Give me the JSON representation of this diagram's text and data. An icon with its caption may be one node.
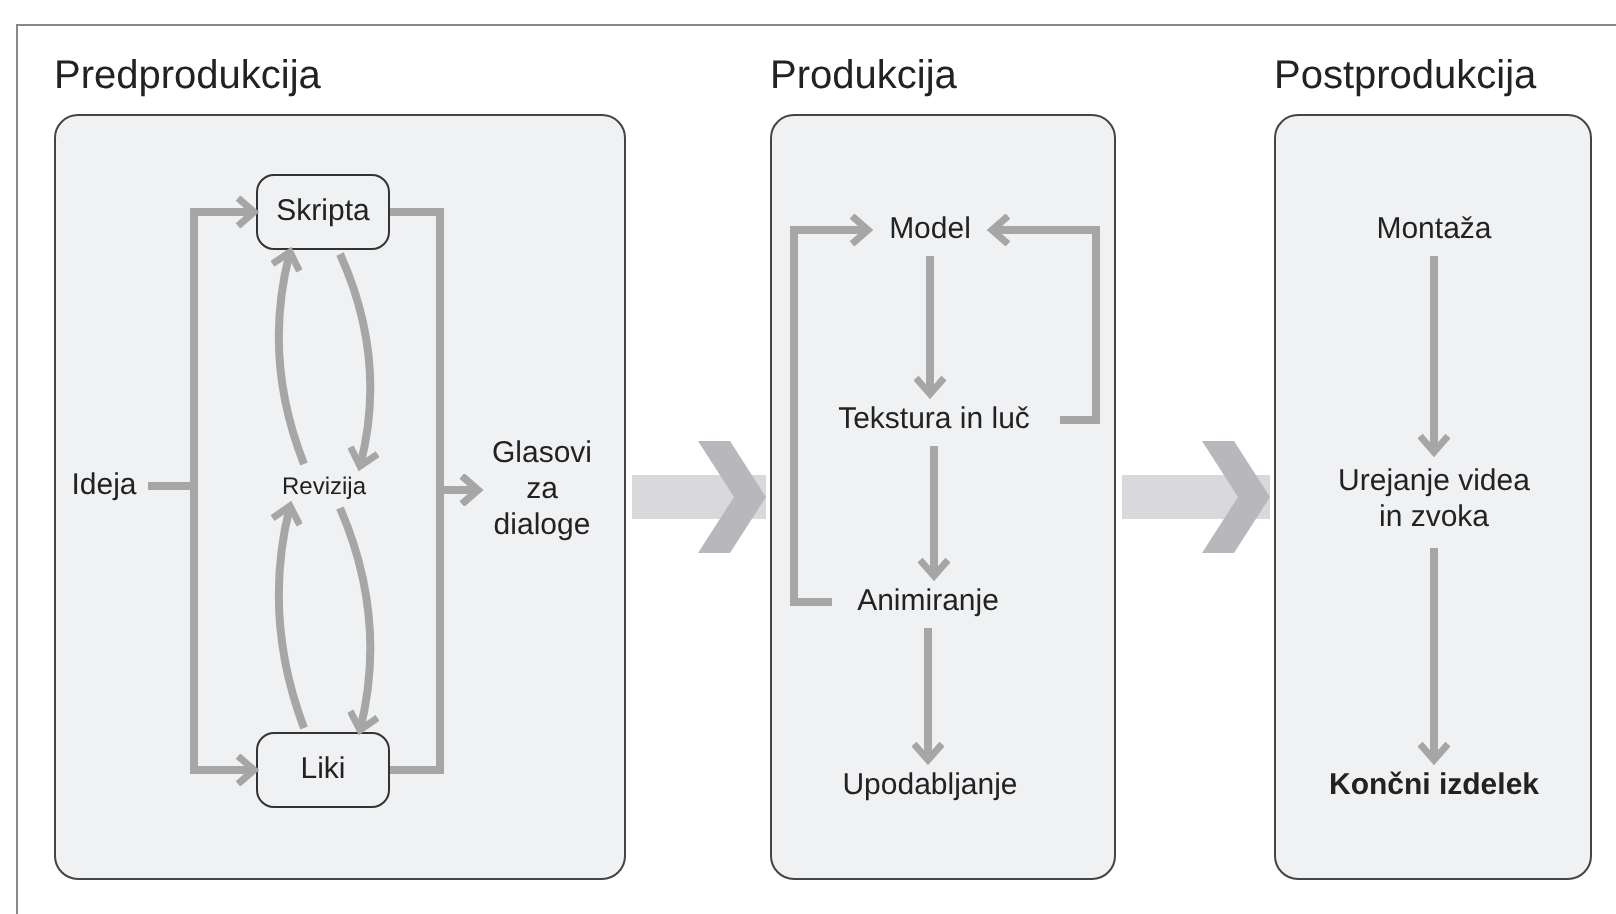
{
  "diagram": {
    "nodes": [
      {
        "text": [
          "Predprodukcija"
        ]
      },
      {
        "text": [
          "Ideja"
        ],
        "in": 0
      },
      {
        "text": [
          "Skripta"
        ],
        "in": 0
      },
      {
        "text": [
          "Revizija"
        ],
        "in": 0
      },
      {
        "text": [
          "Liki"
        ],
        "in": 0
      },
      {
        "text": [
          "Glasovi za dialoge"
        ],
        "in": 0
      },
      {
        "text": [
          "Produkcija"
        ]
      },
      {
        "text": [
          "Model"
        ],
        "in": 6
      },
      {
        "text": [
          "Tekstura in luč"
        ],
        "in": 6
      },
      {
        "text": [
          "Animiranje"
        ],
        "in": 6
      },
      {
        "text": [
          "Upodabljanje"
        ],
        "in": 6
      },
      {
        "text": [
          "Postprodukcija"
        ]
      },
      {
        "text": [
          "Montaža"
        ],
        "in": 11
      },
      {
        "text": [
          "Urejanje videa in zvoka"
        ],
        "in": 11
      },
      {
        "text": [
          "Končni izdelek"
        ],
        "in": 11
      }
    ],
    "edges": [
      {
        "from": 1,
        "to": 2,
        "arrow": "to"
      },
      {
        "from": 1,
        "to": 4,
        "arrow": "to"
      },
      {
        "from": 3,
        "to": 2,
        "arrow": "to"
      },
      {
        "from": 2,
        "to": 3,
        "arrow": "to"
      },
      {
        "from": 4,
        "to": 3,
        "arrow": "to"
      },
      {
        "from": 3,
        "to": 4,
        "arrow": "to"
      },
      {
        "from": 2,
        "to": 5,
        "arrow": "to"
      },
      {
        "from": 4,
        "to": 5,
        "arrow": "to"
      },
      {
        "from": 0,
        "to": 6,
        "arrow": "to",
        "style": "thick",
        "color": "#d9d9dc"
      },
      {
        "from": 7,
        "to": 8,
        "arrow": "to"
      },
      {
        "from": 8,
        "to": 7,
        "arrow": "to"
      },
      {
        "from": 8,
        "to": 9,
        "arrow": "to"
      },
      {
        "from": 9,
        "to": 7,
        "arrow": "to"
      },
      {
        "from": 9,
        "to": 10,
        "arrow": "to"
      },
      {
        "from": 6,
        "to": 11,
        "arrow": "to",
        "style": "thick",
        "color": "#d9d9dc"
      },
      {
        "from": 12,
        "to": 13,
        "arrow": "to"
      },
      {
        "from": 13,
        "to": 14,
        "arrow": "to"
      }
    ]
  }
}
